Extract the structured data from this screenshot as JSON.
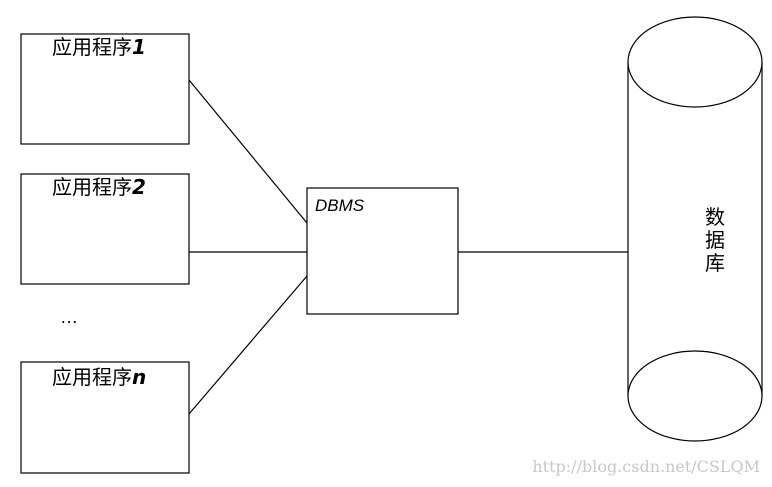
{
  "applications": [
    {
      "prefix": "应用程序",
      "suffix": "1"
    },
    {
      "prefix": "应用程序",
      "suffix": "2"
    },
    {
      "prefix": "应用程序",
      "suffix": "n"
    }
  ],
  "ellipsis": "…",
  "dbms": {
    "label": "DBMS"
  },
  "database": {
    "chars": [
      "数",
      "据",
      "库"
    ]
  },
  "watermark": "http://blog.csdn.net/CSLQM"
}
